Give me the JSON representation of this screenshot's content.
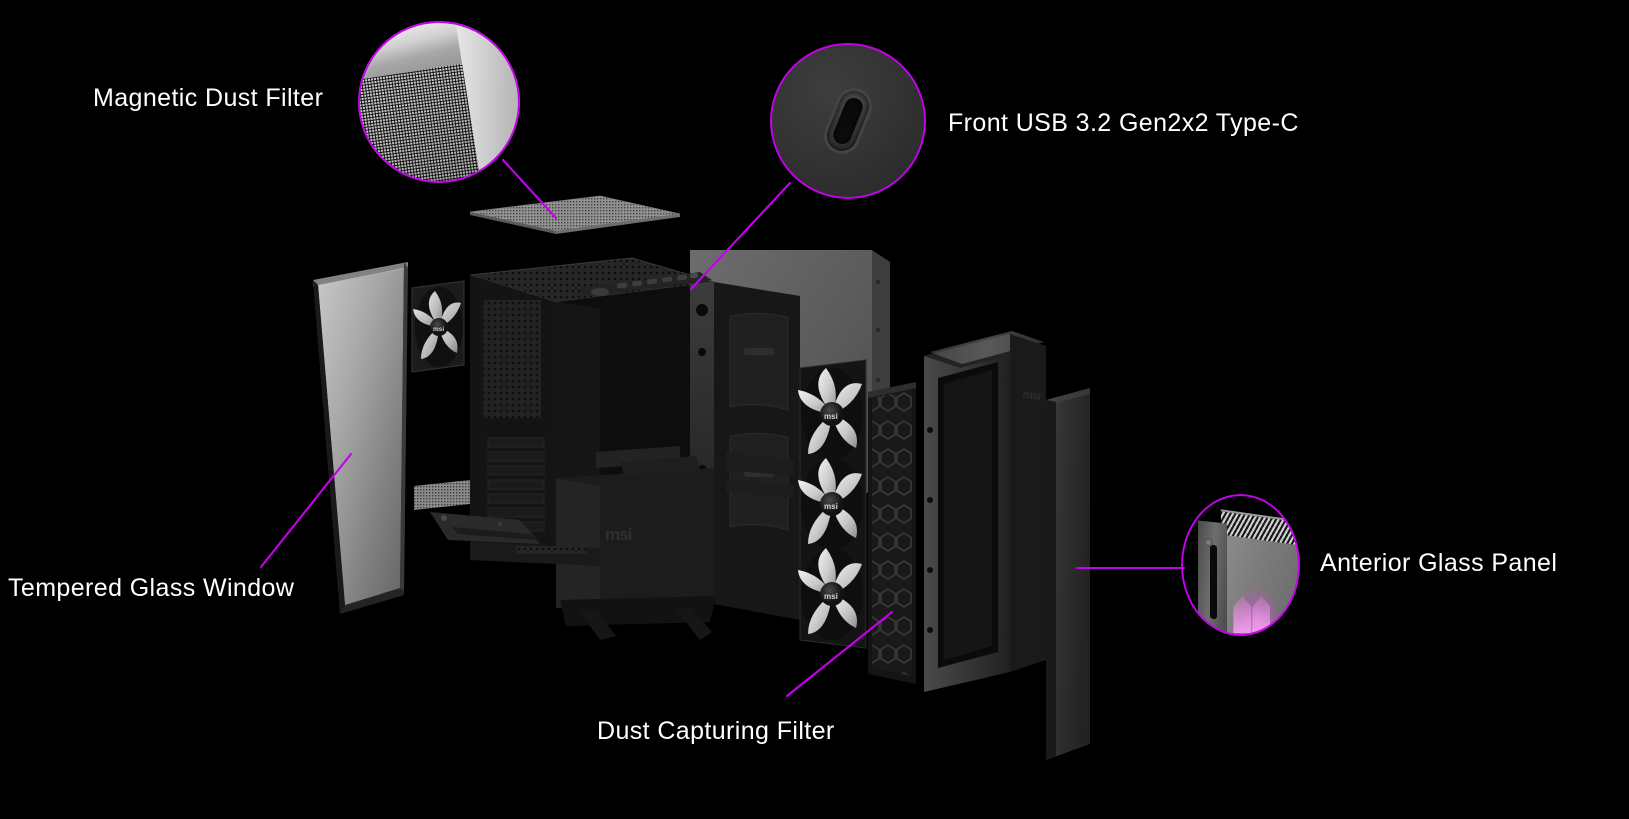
{
  "page": {
    "background_color": "#000000",
    "accent_color": "#c400ee",
    "text_color": "#ffffff",
    "product": "MSI PC Case exploded view",
    "brand_mark": "msi"
  },
  "callouts": [
    {
      "id": "magnetic-dust-filter",
      "label": "Magnetic Dust Filter",
      "magnifier": "mesh-dust-filter-corner"
    },
    {
      "id": "front-usb-type-c",
      "label": "Front USB 3.2 Gen2x2 Type-C",
      "magnifier": "usb-c-port"
    },
    {
      "id": "tempered-glass-window",
      "label": "Tempered Glass Window",
      "magnifier": null
    },
    {
      "id": "dust-capturing-filter",
      "label": "Dust Capturing Filter",
      "magnifier": null
    },
    {
      "id": "anterior-glass-panel",
      "label": "Anterior Glass Panel",
      "magnifier": "front-panel-rgb-glow"
    }
  ],
  "parts": [
    {
      "id": "top-dust-filter",
      "name": "Top magnetic mesh dust filter"
    },
    {
      "id": "side-tempered-glass",
      "name": "Tempered glass side window panel"
    },
    {
      "id": "chassis",
      "name": "Steel chassis frame"
    },
    {
      "id": "rear-fan",
      "name": "Rear 120mm MSI fan"
    },
    {
      "id": "front-fans",
      "name": "Triple front MSI fans"
    },
    {
      "id": "front-dust-filter",
      "name": "Front hexagonal mesh dust filter"
    },
    {
      "id": "front-frame",
      "name": "Front bezel frame"
    },
    {
      "id": "front-glass-panel",
      "name": "Anterior tempered glass panel"
    },
    {
      "id": "motherboard-tray",
      "name": "Motherboard tray / backplate"
    },
    {
      "id": "psu-shroud",
      "name": "PSU shroud with msi logo"
    }
  ]
}
